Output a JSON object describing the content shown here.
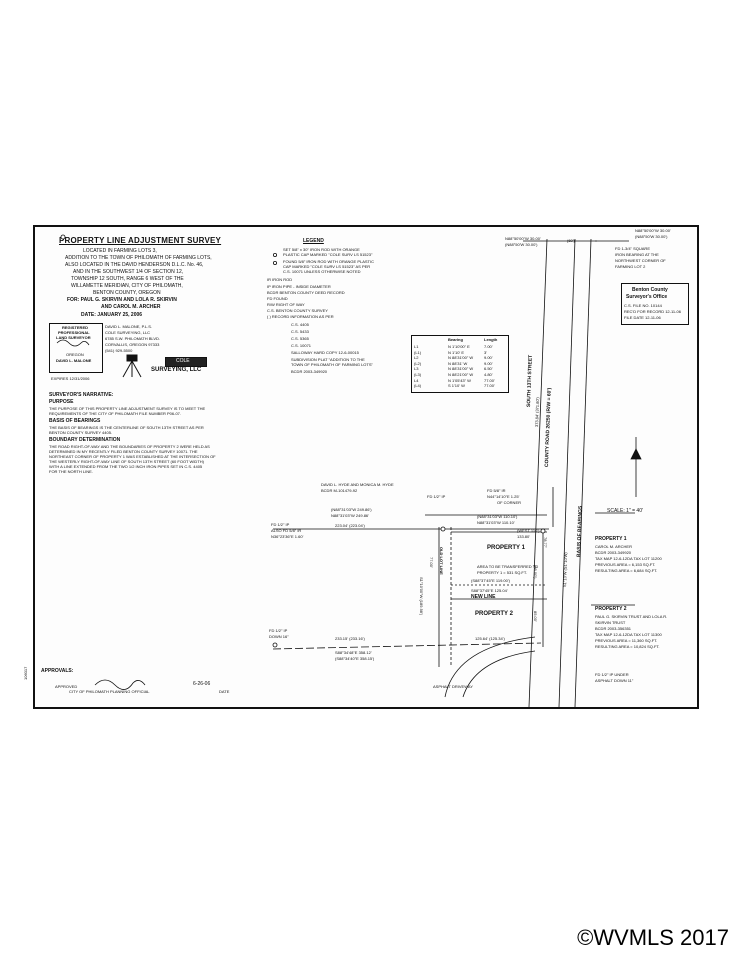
{
  "header": {
    "title": "PROPERTY LINE ADJUSTMENT SURVEY",
    "location": [
      "LOCATED IN FARMING LOTS 3,",
      "ADDITION TO THE TOWN OF PHILOMATH OF FARMING LOTS,",
      "ALSO LOCATED IN THE DAVID HENDERSON D.L.C. No. 46,",
      "AND IN THE SOUTHWEST 1/4 OF SECTION 12,",
      "TOWNSHIP 12 SOUTH, RANGE 6 WEST OF THE",
      "WILLAMETTE MERIDIAN, CITY OF PHILOMATH,",
      "BENTON COUNTY, OREGON"
    ],
    "for_line": "FOR: PAUL G. SKIRVIN AND LOLA R. SKIRVIN",
    "for_line2": "AND CAROL M. ARCHER",
    "date": "DATE: JANUARY 25, 2006"
  },
  "stamp": {
    "registered": "REGISTERED",
    "professional": "PROFESSIONAL",
    "land_surveyor": "LAND SURVEYOR",
    "oregon": "OREGON",
    "name": "DAVID L. MALONE",
    "expires": "EXPIRES 12/31/2006"
  },
  "firm": {
    "lines": [
      "DAVID L. MALONE, P.L.S.",
      "COLE SURVEYING, LLC",
      "6785 S.W. PHILOMATH BLVD.",
      "CORVALLIS, OREGON    97333",
      "(541) 929-5500"
    ],
    "logo_top": "COLE",
    "logo_bottom": "SURVEYING, LLC"
  },
  "narrative": {
    "heading": "SURVEYOR'S NARRATIVE:",
    "purpose_h": "PURPOSE",
    "purpose": [
      "THE PURPOSE OF THIS PROPERTY LINE ADJUSTMENT SURVEY IS TO MEET THE",
      "REQUIREMENTS OF THE CITY OF PHILOMATH FILE NUMBER P06-07."
    ],
    "bearings_h": "BASIS OF BEARINGS",
    "bearings": [
      "THE BASIS OF BEARINGS IS THE CENTERLINE OF SOUTH 13TH STREET AS PER",
      "BENTON COUNTY SURVEY 4405."
    ],
    "boundary_h": "BOUNDARY DETERMINATION",
    "boundary": [
      "THE ROAD RIGHT-OF-WAY AND THE BOUNDARIES OF PROPERTY 2 WERE HELD AS",
      "DETERMINED IN MY RECENTLY FILED BENTON COUNTY SURVEY 10071. THE",
      "NORTHEAST CORNER OF PROPERTY 1 WAS ESTABLISHED AT THE INTERSECTION OF",
      "THE WESTERLY RIGHT-OF-WAY LINE OF SOUTH 13TH STREET (60 FOOT WIDTH)",
      "WITH A LINE EXTENDED FROM THE TWO 1/2 INCH IRON PIPES SET IN C.S. 4405",
      "FOR THE NORTH LINE."
    ]
  },
  "approvals": {
    "heading": "APPROVALS:",
    "approved": "APPROVED",
    "official": "CITY OF PHILOMATH PLANNING OFFICIAL",
    "date_val": "6-26-06",
    "date_lbl": "DATE"
  },
  "legend": {
    "heading": "LEGEND",
    "items": [
      "SET 5/8\" x 30\" IRON ROD WITH ORANGE",
      "PLASTIC CAP MARKED \"COLE SURV LS 51523\"",
      "FOUND 5/8\" IRON ROD WITH ORANGE PLASTIC",
      "CAP MARKED \"COLE SURV LS 51523\" AS PER",
      "C.S. 10071 UNLESS OTHERWISE NOTED",
      "IR    IRON ROD",
      "IP    IRON PIPE - INSIDE DIAMETER",
      "BCDR  BENTON COUNTY DEED RECORD",
      "FD    FOUND",
      "R/W   RIGHT OF WAY",
      "C.S.  BENTON COUNTY SURVEY",
      "( )   RECORD INFORMATION AS PER",
      "C.S. 4405",
      "C.S. 5433",
      "C.S. 5365",
      "C.S. 10071",
      "SALLOWAY HARD COPY 12-6-00015",
      "SUBDIVISION PLAT \"ADDITION TO THE",
      "TOWN OF PHILOMATH OF FARMING LOTS\"",
      "BCDR 2003-349920"
    ]
  },
  "line_table": {
    "headers": [
      "",
      "Bearing",
      "Length"
    ],
    "rows": [
      [
        "L1",
        "N 1'10'00\" E",
        "7.00'"
      ],
      [
        "(L1)",
        "N 1'10' E",
        "3'"
      ],
      [
        "L2",
        "N 88'31'00\" W",
        "9.00'"
      ],
      [
        "(L2)",
        "N 88'31' W",
        "9.00'"
      ],
      [
        "L3",
        "N 88'31'00\" W",
        "6.50'"
      ],
      [
        "(L3)",
        "N 88'21'00\" W",
        "4.80'"
      ],
      [
        "L4",
        "N 1'05'43\" W",
        "77.00'"
      ],
      [
        "(L4)",
        "S 1'10' W",
        "77.00'"
      ]
    ]
  },
  "county_stamp": {
    "line1": "Benton County",
    "line2": "Surveyor's Office",
    "f1": "C.S. FILE NO. 10144",
    "f2": "REC'D FOR RECORD 12-11-06",
    "f3": "FILE DATE 12-11-06"
  },
  "map": {
    "north_labels": [
      "N88°50'00\"W 30.00'",
      "(N88°50'W 30.00')"
    ],
    "sixty": "(60')",
    "ne_labels": [
      "N88°50'00\"W 30.00'",
      "(N88°50'W 30.00')"
    ],
    "fd_square": "FD 1-3/4\" SQUARE",
    "fd_square2": "IRON BEARING AT THE",
    "fd_square3": "NORTHWEST CORNER OF",
    "fd_square4": "FARMING LOT 2",
    "street1": "SOUTH 13TH STREET",
    "street2": "COUNTY ROAD 26250 (R/W = 60')",
    "street3": "BASIS OF BEARINGS",
    "street4": "S1°10'W (S1°10'W)",
    "dist_a": "373.84' (371.80')",
    "hyde1": "DAVID L. HYDE AND MONICA M. HYDE",
    "hyde2": "BCDR M-101479-92",
    "fd_half": "FD 1/2\" IP",
    "fd_rod": "FD 5/8\" IR",
    "fd_rod2": "N44°14'10\"E 1.25'",
    "fd_rod3": "OF CORNER",
    "bearing_top1": "(N88°31'03\"W 249.86')",
    "bearing_top2": "N88°31'03\"W 249.86'",
    "dist_w1": "223.04' (223.04')",
    "fd_w1": "FD 1/2\" IP",
    "fd_w2": "ALSO FD 5/8\" IR",
    "fd_w3": "N36°23'36\"E 1.60'",
    "n_line1": "(N88°31'03\"W 110.10')",
    "n_line2": "N88°31'03\"W 110.10'",
    "n_dist": "(WEST 110')",
    "n_dist2": "133.80'",
    "prop1": "PROPERTY 1",
    "area1": "AREA TO BE TRANSFERRED TO",
    "area2": "PROPERTY 1 = 531 SQ.FT.",
    "brg_mid1": "(S88°37'45\"E 119.00')",
    "brg_mid2": "S88°37'45\"E 125.04'",
    "lot_old": "OLD LOT LINE",
    "new_line": "NEW LINE",
    "prop2": "PROPERTY 2",
    "vert_l1": "77.00'",
    "vert_l2": "S1°10'00\"W (189.98')",
    "vert_r1": "78.77'",
    "vert_r2": "(86.00')",
    "vert_r3": "85.00'",
    "fd_sw1": "FD 1/2\" IP",
    "fd_sw2": "DOWN 16\"",
    "dist_s1": "233.15' (233.16')",
    "dist_s2": "125.64' (125.34')",
    "brg_s1": "S88°34'48\"E 358.12'",
    "brg_s2": "(S88°34'40\"E 358.15')",
    "asphalt": "ASPHALT DRIVEWAY",
    "fd_se1": "FD 1/2\" IP UNDER",
    "fd_se2": "ASPHALT DOWN 11\"",
    "scale": "SCALE: 1\" = 40'"
  },
  "owners": {
    "p1_head": "PROPERTY 1",
    "p1": [
      "CAROL M. ARCHER",
      "BCDR 2003-349920",
      "TAX MAP 12-6-12DA TAX LOT 11200",
      "PREVIOUS AREA = 6,153 SQ.FT.",
      "RESULTING AREA = 6,684 SQ.FT."
    ],
    "p2_head": "PROPERTY 2",
    "p2": [
      "PAUL G. SKIRVIN TRUST AND LOLA R.",
      "SKIRVIN TRUST",
      "BCDR 2003-356351",
      "TAX MAP 12-6-12DA TAX LOT 11300",
      "PREVIOUS AREA = 11,360 SQ.FT.",
      "RESULTING AREA = 10,824 SQ.FT."
    ]
  },
  "side_code": "106017",
  "watermark": "©WVMLS 2017"
}
